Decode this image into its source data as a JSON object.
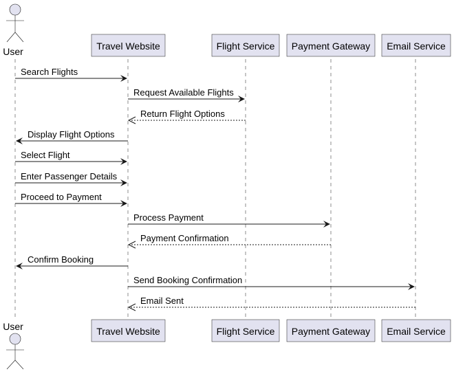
{
  "actor": {
    "label": "User"
  },
  "participants": [
    {
      "id": "web",
      "label": "Travel Website"
    },
    {
      "id": "flight",
      "label": "Flight Service"
    },
    {
      "id": "pay",
      "label": "Payment Gateway"
    },
    {
      "id": "email",
      "label": "Email Service"
    }
  ],
  "messages": [
    {
      "from": "user",
      "to": "web",
      "label": "Search Flights",
      "type": "sync"
    },
    {
      "from": "web",
      "to": "flight",
      "label": "Request Available Flights",
      "type": "sync"
    },
    {
      "from": "flight",
      "to": "web",
      "label": "Return Flight Options",
      "type": "reply"
    },
    {
      "from": "web",
      "to": "user",
      "label": "Display Flight Options",
      "type": "sync"
    },
    {
      "from": "user",
      "to": "web",
      "label": "Select Flight",
      "type": "sync"
    },
    {
      "from": "user",
      "to": "web",
      "label": "Enter Passenger Details",
      "type": "sync"
    },
    {
      "from": "user",
      "to": "web",
      "label": "Proceed to Payment",
      "type": "sync"
    },
    {
      "from": "web",
      "to": "pay",
      "label": "Process Payment",
      "type": "sync"
    },
    {
      "from": "pay",
      "to": "web",
      "label": "Payment Confirmation",
      "type": "reply"
    },
    {
      "from": "web",
      "to": "user",
      "label": "Confirm Booking",
      "type": "sync"
    },
    {
      "from": "web",
      "to": "email",
      "label": "Send Booking Confirmation",
      "type": "sync"
    },
    {
      "from": "email",
      "to": "web",
      "label": "Email Sent",
      "type": "reply"
    }
  ]
}
